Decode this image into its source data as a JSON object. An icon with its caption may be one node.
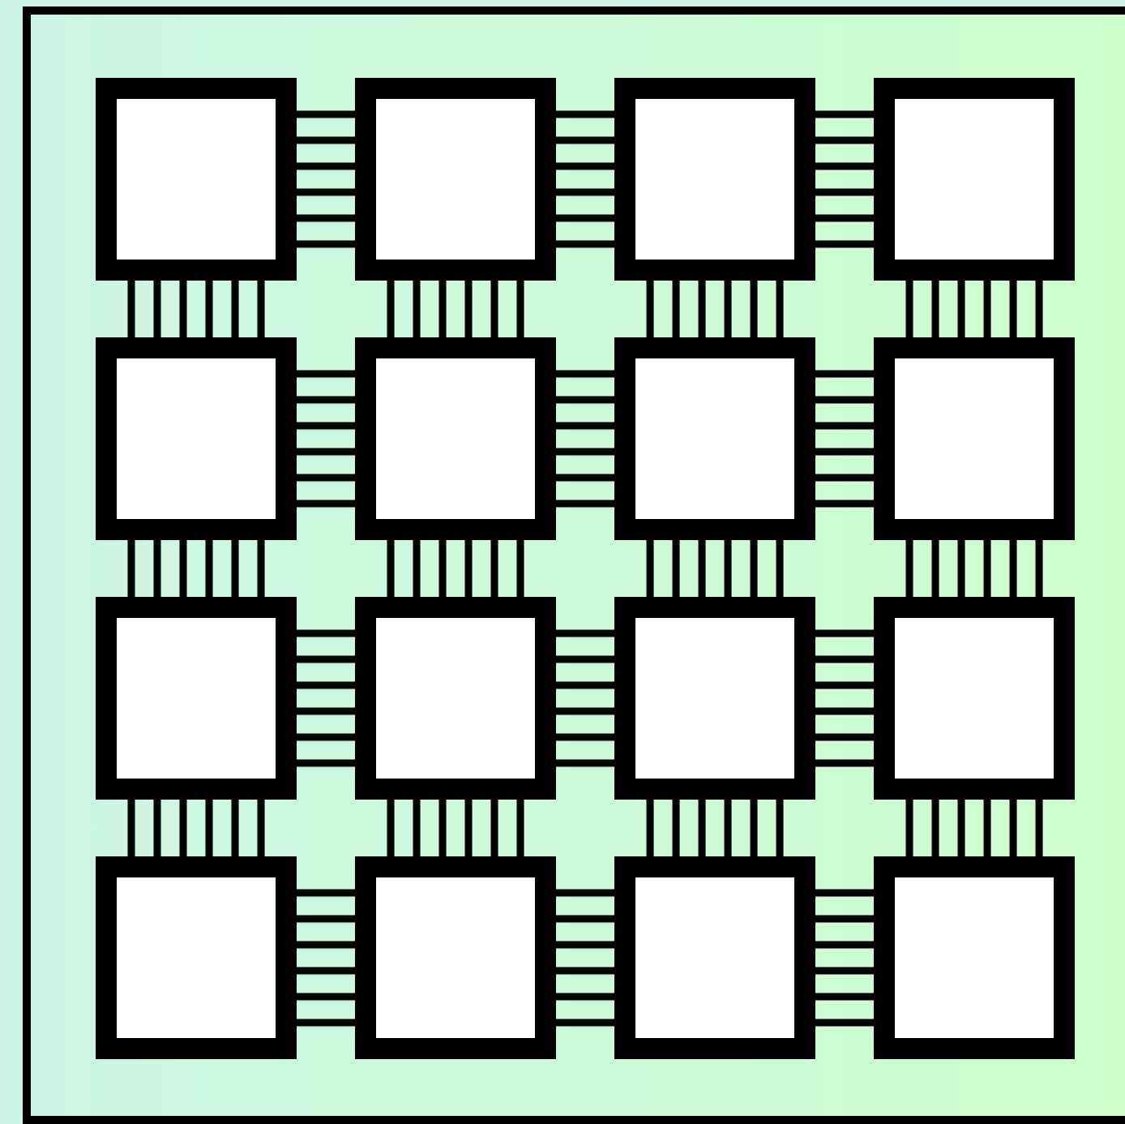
{
  "diagram": {
    "nodes": [
      {
        "text": [],
        "shape": "box"
      },
      {
        "text": [],
        "shape": "box",
        "in": 0
      },
      {
        "text": [],
        "shape": "box",
        "in": 0
      },
      {
        "text": [],
        "shape": "box",
        "in": 0
      },
      {
        "text": [],
        "shape": "box",
        "in": 0
      },
      {
        "text": [],
        "shape": "box",
        "in": 0
      },
      {
        "text": [],
        "shape": "box",
        "in": 0
      },
      {
        "text": [],
        "shape": "box",
        "in": 0
      },
      {
        "text": [],
        "shape": "box",
        "in": 0
      },
      {
        "text": [],
        "shape": "box",
        "in": 0
      },
      {
        "text": [],
        "shape": "box",
        "in": 0
      },
      {
        "text": [],
        "shape": "box",
        "in": 0
      },
      {
        "text": [],
        "shape": "box",
        "in": 0
      },
      {
        "text": [],
        "shape": "box",
        "in": 0
      },
      {
        "text": [],
        "shape": "box",
        "in": 0
      },
      {
        "text": [],
        "shape": "box",
        "in": 0
      },
      {
        "text": [],
        "shape": "box",
        "in": 0
      }
    ],
    "edges": [
      {
        "from": 1,
        "to": 2,
        "arrow": "none"
      },
      {
        "from": 2,
        "to": 3,
        "arrow": "none"
      },
      {
        "from": 3,
        "to": 4,
        "arrow": "none"
      },
      {
        "from": 1,
        "to": 5,
        "arrow": "none"
      },
      {
        "from": 2,
        "to": 6,
        "arrow": "none"
      },
      {
        "from": 3,
        "to": 7,
        "arrow": "none"
      },
      {
        "from": 4,
        "to": 8,
        "arrow": "none"
      },
      {
        "from": 5,
        "to": 6,
        "arrow": "none"
      },
      {
        "from": 6,
        "to": 7,
        "arrow": "none"
      },
      {
        "from": 7,
        "to": 8,
        "arrow": "none"
      },
      {
        "from": 5,
        "to": 9,
        "arrow": "none"
      },
      {
        "from": 6,
        "to": 10,
        "arrow": "none"
      },
      {
        "from": 7,
        "to": 11,
        "arrow": "none"
      },
      {
        "from": 8,
        "to": 12,
        "arrow": "none"
      },
      {
        "from": 9,
        "to": 10,
        "arrow": "none"
      },
      {
        "from": 10,
        "to": 11,
        "arrow": "none"
      },
      {
        "from": 11,
        "to": 12,
        "arrow": "none"
      },
      {
        "from": 9,
        "to": 13,
        "arrow": "none"
      },
      {
        "from": 10,
        "to": 14,
        "arrow": "none"
      },
      {
        "from": 11,
        "to": 15,
        "arrow": "none"
      },
      {
        "from": 12,
        "to": 16,
        "arrow": "none"
      },
      {
        "from": 13,
        "to": 14,
        "arrow": "none"
      },
      {
        "from": 14,
        "to": 15,
        "arrow": "none"
      },
      {
        "from": 15,
        "to": 16,
        "arrow": "none"
      }
    ]
  }
}
